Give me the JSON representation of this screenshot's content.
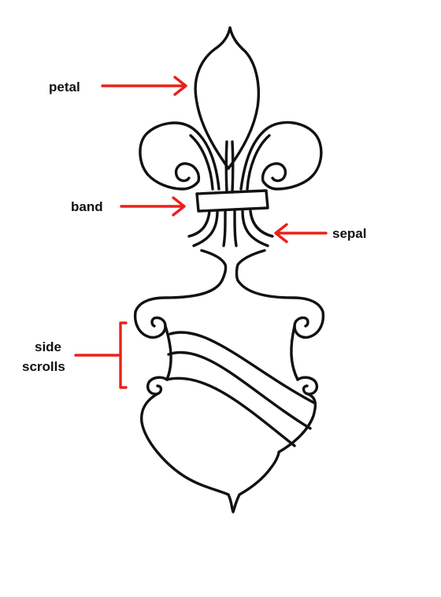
{
  "labels": {
    "petal": "petal",
    "band": "band",
    "sepal": "sepal",
    "side_scrolls_line1": "side",
    "side_scrolls_line2": "scrolls"
  },
  "colors": {
    "line": "#111111",
    "annotation": "#e8221b",
    "background": "#ffffff"
  }
}
